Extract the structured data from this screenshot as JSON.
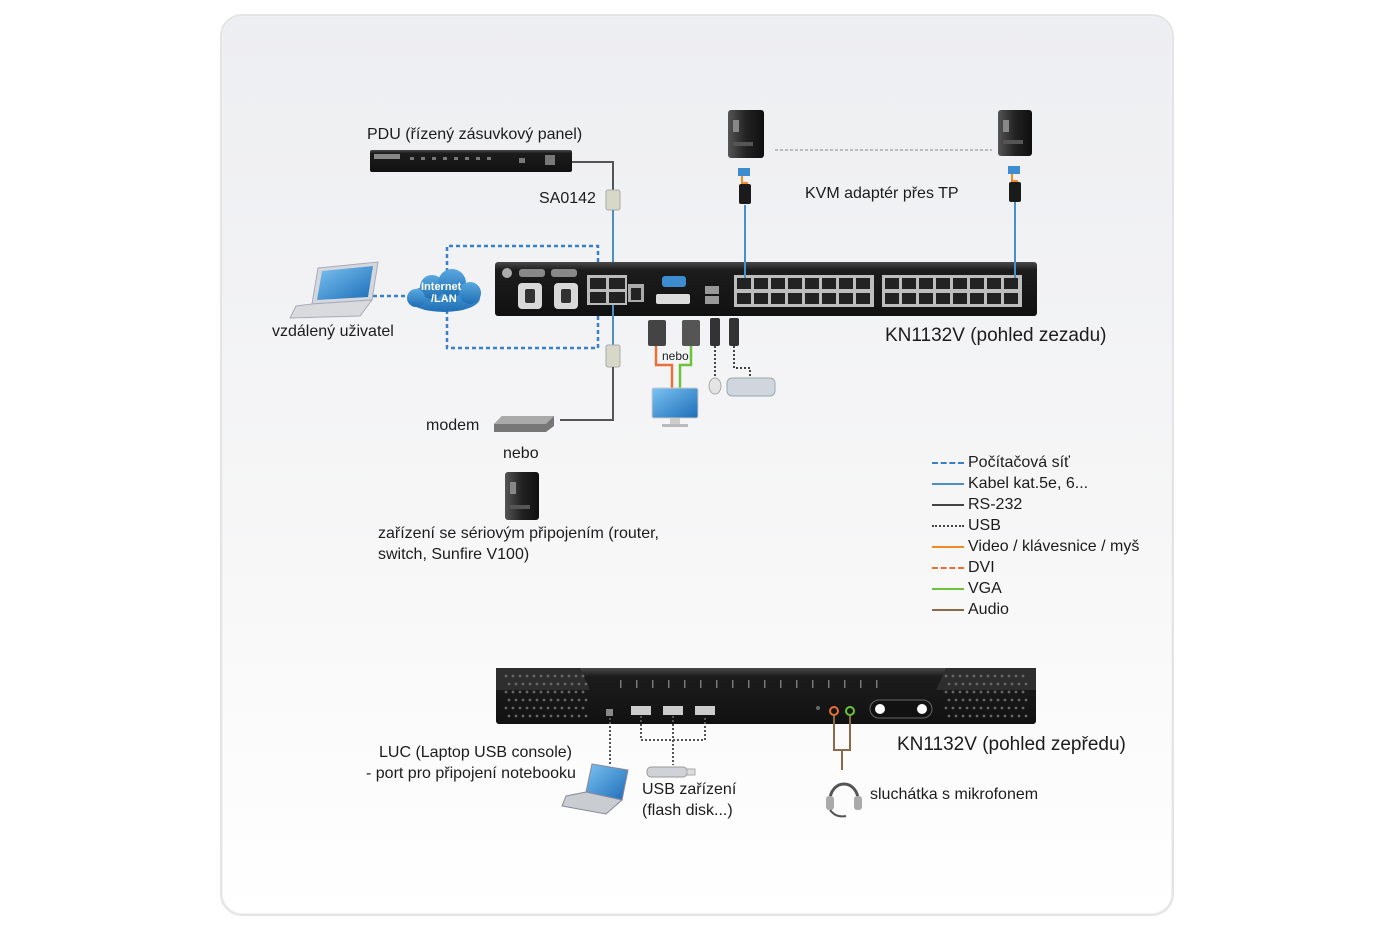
{
  "diagram": {
    "title": "KN1132V connection diagram",
    "labels": {
      "pdu": "PDU (řízený zásuvkový panel)",
      "sa0142": "SA0142",
      "kvm_adapter": "KVM adaptér přes TP",
      "remote_user": "vzdálený uživatel",
      "internet_lan": "Internet\n/LAN",
      "internet_line1": "Internet",
      "internet_line2": "/LAN",
      "rear_view": "KN1132V (pohled zezadu)",
      "nebo_small": "nebo",
      "modem": "modem",
      "nebo": "nebo",
      "serial_device_line1": "zařízení se sériovým připojením (router,",
      "serial_device_line2": "switch, Sunfire V100)",
      "front_view": "KN1132V (pohled zepředu)",
      "luc_line1": "LUC (Laptop USB console)",
      "luc_line2": "- port pro připojení notebooku",
      "usb_device_line1": "USB zařízení",
      "usb_device_line2": "(flash disk...)",
      "headset": "sluchátka s mikrofonem"
    },
    "legend": [
      {
        "label": "Počítačová síť",
        "color": "#3b7fc4",
        "style": "dashed"
      },
      {
        "label": "Kabel kat.5e, 6...",
        "color": "#4a90c8",
        "style": "solid"
      },
      {
        "label": "RS-232",
        "color": "#444444",
        "style": "solid"
      },
      {
        "label": "USB",
        "color": "#444444",
        "style": "dotted"
      },
      {
        "label": "Video / klávesnice / myš",
        "color": "#f08a24",
        "style": "solid"
      },
      {
        "label": "DVI",
        "color": "#e8703a",
        "style": "dashed"
      },
      {
        "label": "VGA",
        "color": "#6cc23a",
        "style": "solid"
      },
      {
        "label": "Audio",
        "color": "#8a6a4a",
        "style": "solid"
      }
    ],
    "colors": {
      "network": "#3b7fc4",
      "cat5": "#4a90c8",
      "rs232": "#444444",
      "dvi": "#e8703a",
      "vga": "#6cc23a",
      "audio": "#8a6a4a",
      "device_body": "#1b1b1b"
    }
  }
}
